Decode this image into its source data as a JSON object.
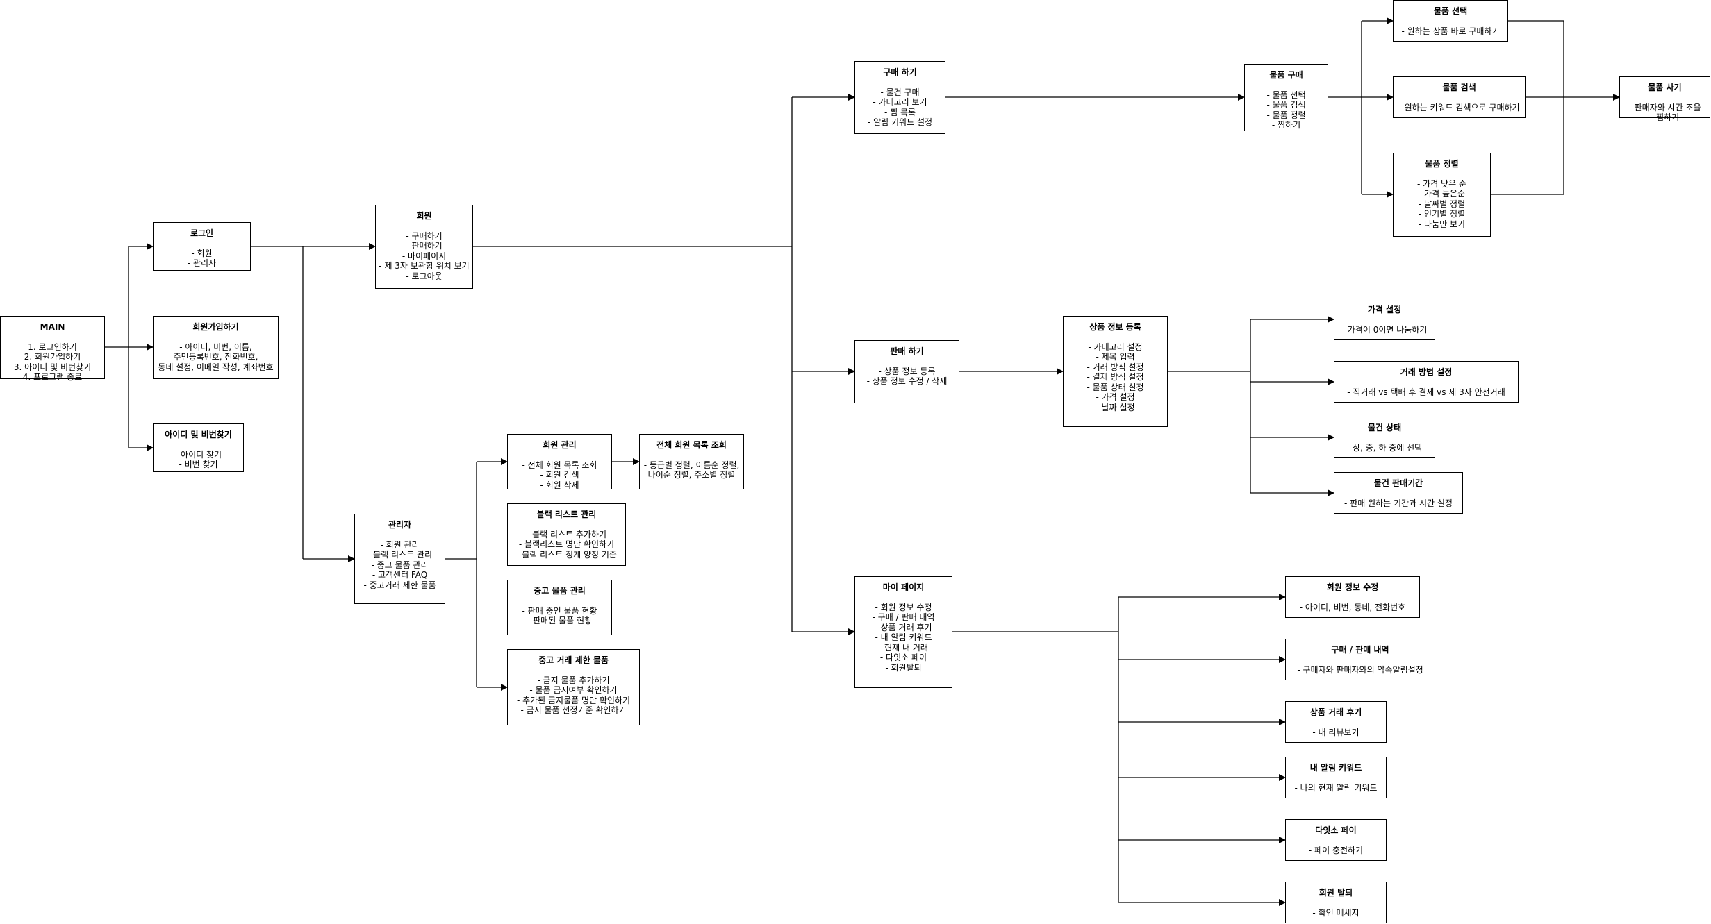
{
  "nodes": [
    {
      "id": "main",
      "title": "MAIN",
      "lines": [
        "1. 로그인하기",
        "2. 회원가입하기",
        "3. 아이디 및 비번찾기",
        "4. 프로그램 종료"
      ]
    },
    {
      "id": "login",
      "title": "로그인",
      "lines": [
        "- 회원",
        "- 관리자"
      ]
    },
    {
      "id": "signup",
      "title": "회원가입하기",
      "lines": [
        "- 아이디, 비번, 이름,",
        "주민등록번호, 전화번호,",
        "동네 설정, 이메일 작성, 계좌번호"
      ]
    },
    {
      "id": "findid",
      "title": "아이디 및 비번찾기",
      "lines": [
        "- 아이디 찾기",
        "- 비번 찾기"
      ]
    },
    {
      "id": "member",
      "title": "회원",
      "lines": [
        "- 구매하기",
        "- 판매하기",
        "- 마이페이지",
        "- 제 3자 보관함 위치 보기",
        "- 로그아웃"
      ]
    },
    {
      "id": "admin",
      "title": "관리자",
      "lines": [
        "- 회원 관리",
        "- 블랙 리스트 관리",
        "- 중고 물품 관리",
        "- 고객센터 FAQ",
        "- 중고거래 제한 물품"
      ]
    },
    {
      "id": "member_mgmt",
      "title": "회원 관리",
      "lines": [
        "- 전체 회원 목록 조회",
        "- 회원 검색",
        "- 회원 삭제"
      ]
    },
    {
      "id": "member_list",
      "title": "전체 회원 목록 조회",
      "lines": [
        "- 등급별 정렬, 이름순 정렬,",
        "나이순 정렬, 주소별 정렬"
      ]
    },
    {
      "id": "blacklist",
      "title": "블랙 리스트 관리",
      "lines": [
        "- 블랙 리스트 추가하기",
        "- 블랙리스트 명단 확인하기",
        "- 블랙 리스트 징계 양정 기준"
      ]
    },
    {
      "id": "used_mgmt",
      "title": "중고 물품 관리",
      "lines": [
        "- 판매 중인 물품 현황",
        "- 판매된 물품 현황"
      ]
    },
    {
      "id": "restricted",
      "title": "중고 거래 제한 물품",
      "lines": [
        "- 금지 물품 추가하기",
        "- 물품 금지여부 확인하기",
        "- 추가된 금지물품 명단 확인하기",
        "- 금지 물품 선정기준 확인하기"
      ]
    },
    {
      "id": "buy",
      "title": "구매 하기",
      "lines": [
        "- 물건 구매",
        "- 카테고리 보기",
        "- 찜 목록",
        "- 알림 키워드 설정"
      ]
    },
    {
      "id": "sell",
      "title": "판매 하기",
      "lines": [
        "- 상품 정보 등록",
        "- 상품 정보 수정 / 삭제"
      ]
    },
    {
      "id": "mypage",
      "title": "마이 페이지",
      "lines": [
        "- 회원 정보 수정",
        "- 구매 / 판매 내역",
        "- 상품 거래 후기",
        "- 내 알림 키워드",
        "- 현재 내 거래",
        "- 다잇소 페이",
        "- 회원탈퇴"
      ]
    },
    {
      "id": "purchase",
      "title": "물품 구매",
      "lines": [
        "- 물품 선택",
        "- 물품 검색",
        "- 물품 정렬",
        "- 찜하기"
      ]
    },
    {
      "id": "select",
      "title": "물품 선택",
      "lines": [
        "- 원하는 상품 바로 구매하기"
      ]
    },
    {
      "id": "search",
      "title": "물품 검색",
      "lines": [
        "- 원하는 키워드 검색으로 구매하기"
      ]
    },
    {
      "id": "sort",
      "title": "물품 정렬",
      "lines": [
        "- 가격 낮은 순",
        "- 가격 높은순",
        "- 날짜별 정렬",
        "- 인기별 정렬",
        "- 나눔만 보기"
      ]
    },
    {
      "id": "buyitem",
      "title": "물품 사기",
      "lines": [
        "- 판매자와 시간 조율",
        "- 찜하기"
      ]
    },
    {
      "id": "reg",
      "title": "상품 정보 등록",
      "lines": [
        "- 카테고리 설정",
        "- 제목 입력",
        "- 거래 방식 설정",
        "- 결제 방식 설정",
        "- 물품 상태 설정",
        "- 가격 설정",
        "- 날짜 설정"
      ]
    },
    {
      "id": "price",
      "title": "가격 설정",
      "lines": [
        "- 가격이 0이면 나눔하기"
      ]
    },
    {
      "id": "trade",
      "title": "거래 방법 설정",
      "lines": [
        "- 직거래 vs 택배 후 결제 vs 제 3자 안전거래"
      ]
    },
    {
      "id": "cond",
      "title": "물건 상태",
      "lines": [
        "- 상, 중, 하 중에 선택"
      ]
    },
    {
      "id": "period",
      "title": "물건 판매기간",
      "lines": [
        "- 판매 원하는 기간과 시간 설정"
      ]
    },
    {
      "id": "editinfo",
      "title": "회원 정보 수정",
      "lines": [
        "- 아이디, 비번, 동네, 전화번호"
      ]
    },
    {
      "id": "history",
      "title": "구매 / 판매 내역",
      "lines": [
        "- 구매자와 판매자와의 약속알림설정"
      ]
    },
    {
      "id": "review",
      "title": "상품 거래 후기",
      "lines": [
        "- 내 리뷰보기"
      ]
    },
    {
      "id": "keyword",
      "title": "내 알림 키워드",
      "lines": [
        "- 나의 현재 알림 키워드"
      ]
    },
    {
      "id": "pay",
      "title": "다잇소 페이",
      "lines": [
        "- 페이 충전하기"
      ]
    },
    {
      "id": "withdraw",
      "title": "회원 탈퇴",
      "lines": [
        "- 확인 메세지"
      ]
    }
  ]
}
